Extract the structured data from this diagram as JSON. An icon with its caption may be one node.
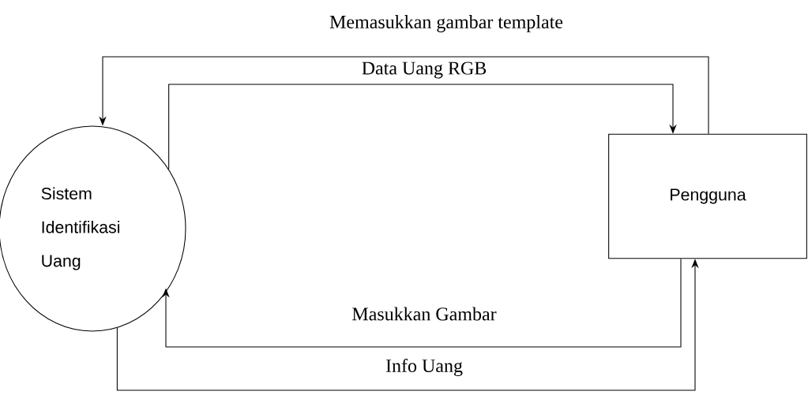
{
  "diagram": {
    "nodes": [
      {
        "text": [
          "Sistem Identifikasi Uang"
        ]
      },
      {
        "text": [
          "Pengguna"
        ]
      }
    ],
    "edges": [
      {
        "from": 1,
        "to": 0,
        "arrow": "to",
        "label": "Memasukkan gambar template"
      },
      {
        "from": 0,
        "to": 1,
        "arrow": "to",
        "label": "Data Uang RGB"
      },
      {
        "from": 1,
        "to": 0,
        "arrow": "to",
        "label": "Masukkan Gambar"
      },
      {
        "from": 0,
        "to": 1,
        "arrow": "to",
        "label": "Info Uang"
      }
    ]
  }
}
